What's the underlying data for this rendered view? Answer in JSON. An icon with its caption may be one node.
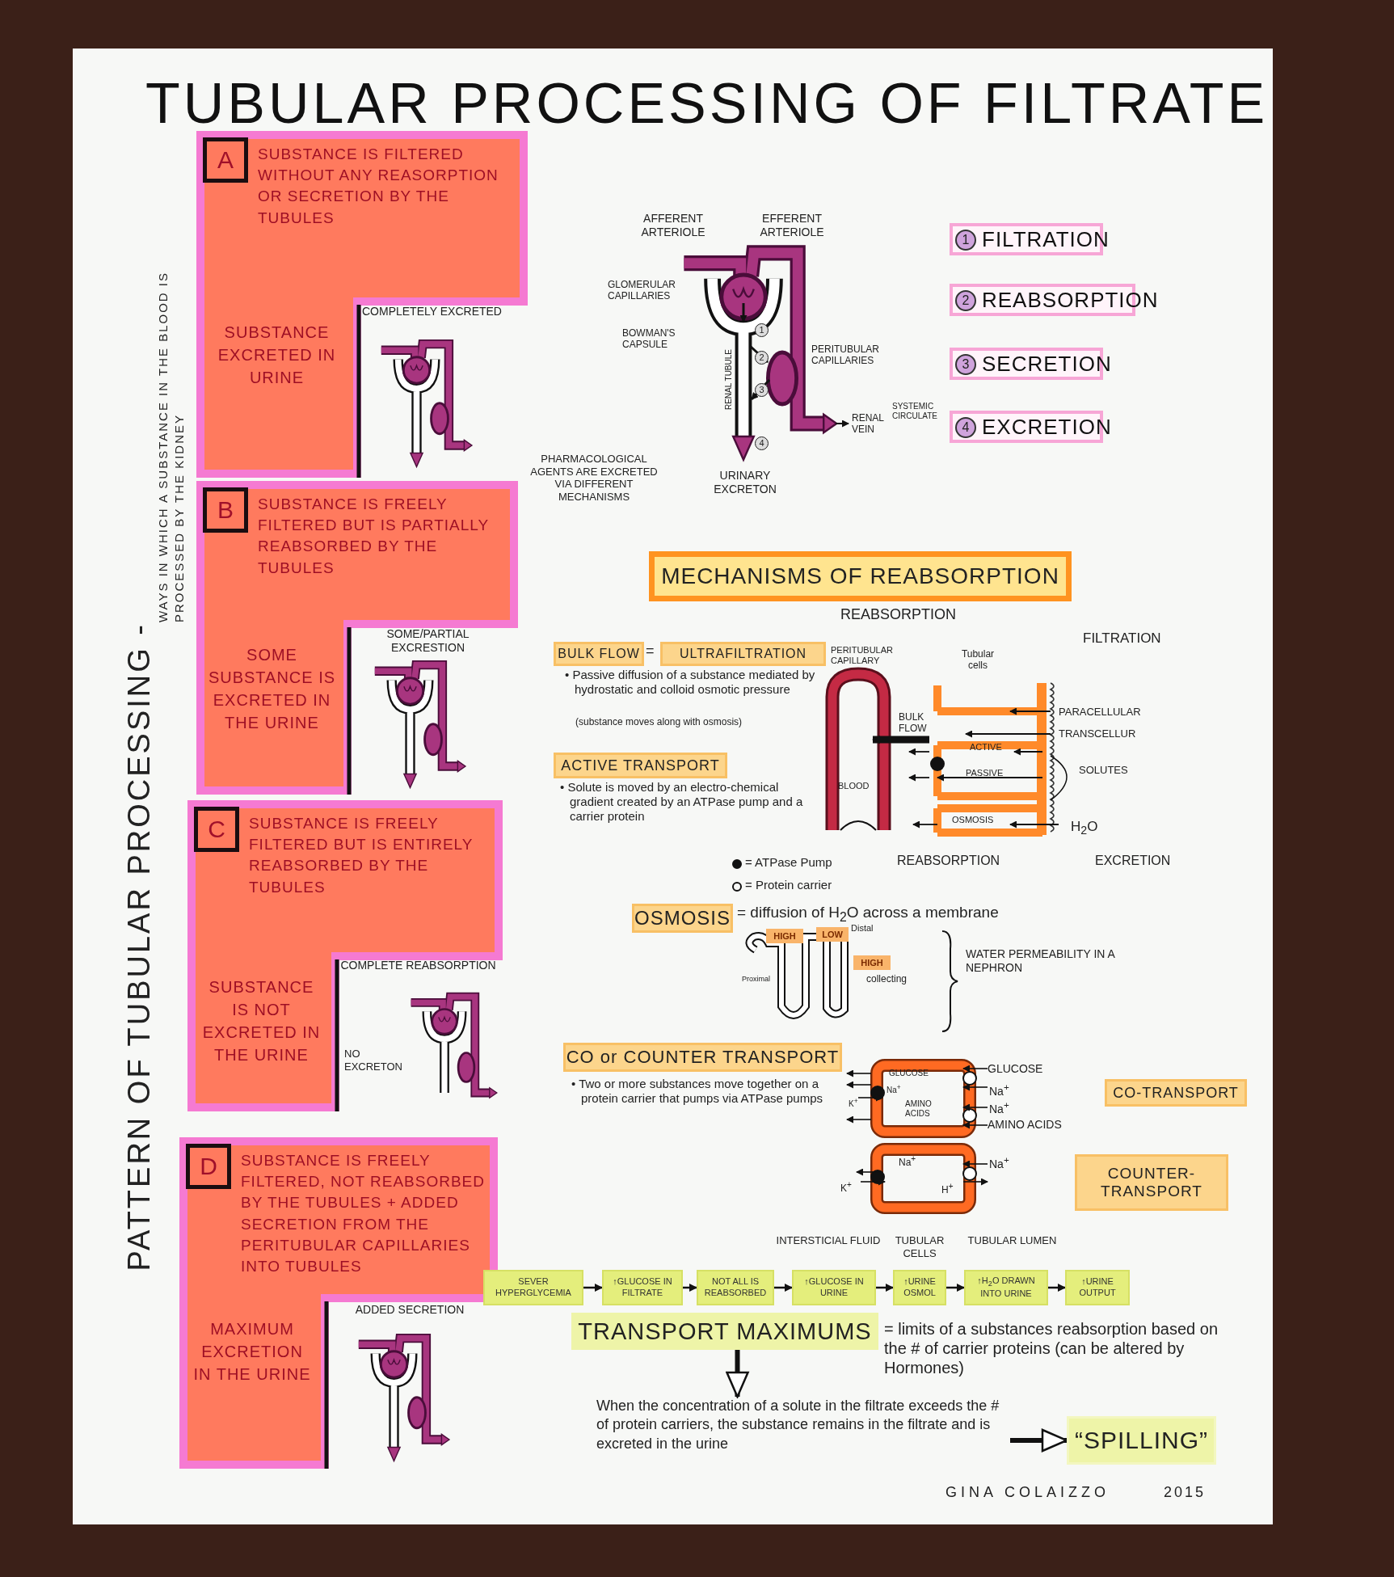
{
  "diagram": {
    "title": "TUBULAR PROCESSING OF FILTRATE",
    "nodes": [
      {
        "text": [
          "A",
          "SUBSTANCE IS FILTERED WITHOUT ANY REASORPTION OR SECRETION BY THE TUBULES",
          "SUBSTANCE EXCRETED IN URINE"
        ]
      },
      {
        "text": [
          "B",
          "SUBSTANCE IS FREELY FILTERED BUT IS PARTIALLY REABSORBED BY THE TUBULES",
          "SOME SUBSTANCE IS EXCRETED IN THE URINE"
        ]
      },
      {
        "text": [
          "C",
          "SUBSTANCE IS FREELY FILTERED BUT IS ENTIRELY REABSORBED BY THE TUBULES",
          "SUBSTANCE IS NOT EXCRETED IN THE URINE"
        ]
      },
      {
        "text": [
          "D",
          "SUBSTANCE IS FREELY FILTERED, NOT REABSORBED BY THE TUBULES + ADDED SECRETION FROM THE PERITUBULAR CAPILLARIES INTO TUBULES",
          "MAXIMUM EXCRETION IN THE URINE"
        ]
      },
      {
        "text": [
          "1",
          "FILTRATION"
        ]
      },
      {
        "text": [
          "2",
          "REABSORPTION"
        ]
      },
      {
        "text": [
          "3",
          "SECRETION"
        ]
      },
      {
        "text": [
          "4",
          "EXCRETION"
        ]
      },
      {
        "text": [
          "MECHANISMS OF REABSORPTION"
        ]
      },
      {
        "text": [
          "BULK FLOW"
        ]
      },
      {
        "text": [
          "ULTRAFILTRATION"
        ]
      },
      {
        "text": [
          "ACTIVE TRANSPORT"
        ]
      },
      {
        "text": [
          "OSMOSIS"
        ]
      },
      {
        "text": [
          "HIGH"
        ]
      },
      {
        "text": [
          "LOW"
        ]
      },
      {
        "text": [
          "HIGH"
        ]
      },
      {
        "text": [
          "CO or COUNTER TRANSPORT"
        ]
      },
      {
        "text": [
          "CO-TRANSPORT"
        ]
      },
      {
        "text": [
          "COUNTER- TRANSPORT"
        ]
      },
      {
        "text": [
          "SEVER HYPERGLYCEMIA"
        ]
      },
      {
        "text": [
          "↑GLUCOSE IN FILTRATE"
        ]
      },
      {
        "text": [
          "NOT ALL IS REABSORBED"
        ]
      },
      {
        "text": [
          "↑GLUCOSE IN URINE"
        ],
        "beside": [
          "INTERSTICIAL FLUID"
        ]
      },
      {
        "text": [
          "↑URINE OSMOL"
        ],
        "beside": [
          "TUBULAR CELLS"
        ]
      },
      {
        "text": [
          "↑H$_{2}$O DRAWN INTO URINE"
        ],
        "beside": [
          "TUBULAR LUMEN"
        ]
      },
      {
        "text": [
          "↑URINE OUTPUT"
        ]
      },
      {
        "text": [
          "TRANSPORT MAXIMUMS"
        ]
      },
      {
        "text": [
          "When the concentration of a solute in the filtrate exceeds the # of protein carriers, the substance remains in the filtrate and is excreted in the urine"
        ]
      },
      {
        "text": [
          "“SPILLING”"
        ]
      }
    ],
    "edges": [
      {
        "from": 19,
        "to": 20,
        "arrow": "to"
      },
      {
        "from": 20,
        "to": 21,
        "arrow": "to"
      },
      {
        "from": 21,
        "to": 22,
        "arrow": "to"
      },
      {
        "from": 22,
        "to": 23,
        "arrow": "to"
      },
      {
        "from": 23,
        "to": 24,
        "arrow": "to"
      },
      {
        "from": 24,
        "to": 25,
        "arrow": "to"
      },
      {
        "from": 26,
        "to": 27,
        "arrow": "to",
        "style": "thick"
      },
      {
        "from": 27,
        "to": 28,
        "arrow": "to",
        "style": "thick"
      }
    ],
    "labels": [
      "PATTERN OF TUBULAR PROCESSING -",
      "WAYS IN WHICH A SUBSTANCE IN THE BLOOD IS PROCESSED BY THE KIDNEY",
      "COMPLETELY EXCRETED",
      "SOME/PARTIAL EXCRESTION",
      "COMPLETE REABSORPTION",
      "NO EXCRETON",
      "ADDED SECRETION",
      "AFFERENT ARTERIOLE",
      "EFFERENT ARTERIOLE",
      "GLOMERULAR CAPILLARIES",
      "BOWMAN'S CAPSULE",
      "PERITUBULAR CAPILLARIES",
      "RENAL TUBULE",
      "1",
      "2",
      "3",
      "4",
      "RENAL VEIN",
      "SYSTEMIC CIRCULATE",
      "URINARY EXCRETON",
      "PHARMACOLOGICAL AGENTS ARE EXCRETED VIA DIFFERENT MECHANISMS",
      "REABSORPTION",
      "FILTRATION",
      "=",
      "PERITUBULAR CAPILLARY",
      "Tubular cells",
      "• Passive diffusion of a substance mediated by hydrostatic and colloid osmotic pressure",
      "(substance moves along with osmosis)",
      "BULK FLOW",
      "PARACELLULAR",
      "TRANSCELLUR",
      "ACTIVE",
      "PASSIVE",
      "SOLUTES",
      "• Solute is moved by an electro-chemical gradient created by an ATPase pump and a carrier protein",
      "BLOOD",
      "OSMOSIS",
      "H$_{2}$O",
      "REABSORPTION",
      "EXCRETION",
      "= diffusion of H$_{2}$O across a membrane",
      "Distal",
      "Proximal",
      "collecting",
      "WATER PERMEABILITY IN A NEPHRON",
      "• Two or more substances move together on a protein carrier that pumps via ATPase pumps",
      "GLUCOSE",
      "Na$^{+}$",
      "AMINO ACIDS",
      "K$^{+}$",
      "GLUCOSE",
      "Na$^{+}$",
      "Na$^{+}$",
      "AMINO ACIDS",
      "Na$^{+}$",
      "K$^{+}$",
      "H$^{+}$",
      "Na$^{+}$",
      "= limits of a substances reabsorption based on the # of carrier proteins (can be altered by Hormones)",
      "GINA COLAIZZO",
      "2015"
    ],
    "legend": [
      {
        "text": "= ATPase Pump"
      },
      {
        "text": "= Protein carrier"
      }
    ]
  }
}
